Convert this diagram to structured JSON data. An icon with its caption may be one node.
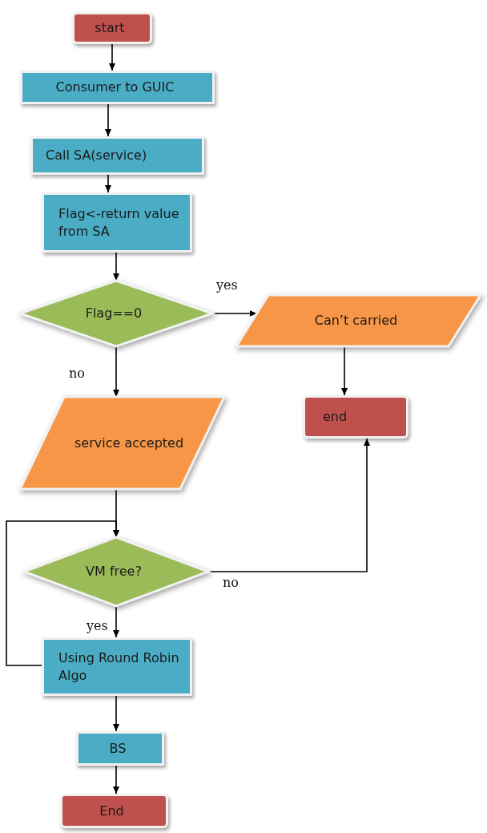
{
  "diagram": {
    "nodes": [
      {
        "text": [
          "start"
        ]
      },
      {
        "text": [
          "Consumer to GUIC"
        ]
      },
      {
        "text": [
          "Call SA(service)"
        ]
      },
      {
        "text": [
          "Flag<-return value from SA"
        ]
      },
      {
        "text": [
          "Flag==0"
        ]
      },
      {
        "text": [
          "Can’t carried"
        ]
      },
      {
        "text": [
          "end"
        ]
      },
      {
        "text": [
          "service accepted"
        ]
      },
      {
        "text": [
          "VM free?"
        ]
      },
      {
        "text": [
          "Using Round Robin Algo"
        ]
      },
      {
        "text": [
          "BS"
        ]
      },
      {
        "text": [
          "End"
        ]
      }
    ],
    "edges": [
      {
        "from": 0,
        "to": 1,
        "arrow": "to"
      },
      {
        "from": 1,
        "to": 2,
        "arrow": "to"
      },
      {
        "from": 2,
        "to": 3,
        "arrow": "to"
      },
      {
        "from": 3,
        "to": 4,
        "arrow": "to"
      },
      {
        "from": 4,
        "to": 5,
        "arrow": "to",
        "label": "yes"
      },
      {
        "from": 4,
        "to": 7,
        "arrow": "to",
        "label": "no"
      },
      {
        "from": 5,
        "to": 6,
        "arrow": "to"
      },
      {
        "from": 7,
        "to": 8,
        "arrow": "to"
      },
      {
        "from": 8,
        "to": 6,
        "arrow": "to",
        "label": "no"
      },
      {
        "from": 8,
        "to": 9,
        "arrow": "to",
        "label": "yes"
      },
      {
        "from": 9,
        "to": 8,
        "arrow": "to"
      },
      {
        "from": 9,
        "to": 10,
        "arrow": "to"
      },
      {
        "from": 10,
        "to": 11,
        "arrow": "to"
      }
    ]
  }
}
